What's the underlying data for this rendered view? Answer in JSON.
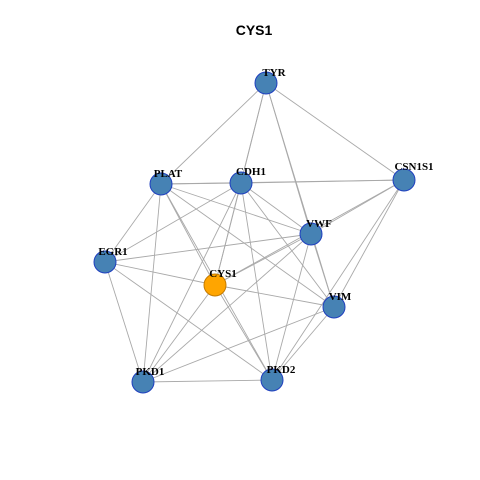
{
  "title": "CYS1",
  "colors": {
    "node_fill": "#4682B4",
    "node_stroke": "#1f3fbf",
    "highlight_fill": "#FFA500",
    "highlight_stroke": "#c47a00",
    "edge": "#a9a9a9"
  },
  "nodes": [
    {
      "id": "TYR",
      "label": "TYR"
    },
    {
      "id": "CSN1S1",
      "label": "CSN1S1"
    },
    {
      "id": "PLAT",
      "label": "PLAT"
    },
    {
      "id": "CDH1",
      "label": "CDH1"
    },
    {
      "id": "VWF",
      "label": "VWF"
    },
    {
      "id": "EGR1",
      "label": "EGR1"
    },
    {
      "id": "CYS1",
      "label": "CYS1",
      "highlight": true
    },
    {
      "id": "VIM",
      "label": "VIM"
    },
    {
      "id": "PKD1",
      "label": "PKD1"
    },
    {
      "id": "PKD2",
      "label": "PKD2"
    }
  ],
  "edges": [
    [
      "TYR",
      "PLAT"
    ],
    [
      "TYR",
      "CDH1"
    ],
    [
      "TYR",
      "VWF"
    ],
    [
      "TYR",
      "CSN1S1"
    ],
    [
      "TYR",
      "CYS1"
    ],
    [
      "TYR",
      "VIM"
    ],
    [
      "CSN1S1",
      "CDH1"
    ],
    [
      "CSN1S1",
      "VWF"
    ],
    [
      "CSN1S1",
      "VIM"
    ],
    [
      "CSN1S1",
      "PKD2"
    ],
    [
      "CSN1S1",
      "CYS1"
    ],
    [
      "CSN1S1",
      "PLAT"
    ],
    [
      "PLAT",
      "CDH1"
    ],
    [
      "PLAT",
      "VWF"
    ],
    [
      "PLAT",
      "EGR1"
    ],
    [
      "PLAT",
      "CYS1"
    ],
    [
      "PLAT",
      "VIM"
    ],
    [
      "PLAT",
      "PKD1"
    ],
    [
      "PLAT",
      "PKD2"
    ],
    [
      "CDH1",
      "VWF"
    ],
    [
      "CDH1",
      "CYS1"
    ],
    [
      "CDH1",
      "EGR1"
    ],
    [
      "CDH1",
      "PKD1"
    ],
    [
      "CDH1",
      "PKD2"
    ],
    [
      "CDH1",
      "VIM"
    ],
    [
      "VWF",
      "EGR1"
    ],
    [
      "VWF",
      "CYS1"
    ],
    [
      "VWF",
      "VIM"
    ],
    [
      "VWF",
      "PKD1"
    ],
    [
      "VWF",
      "PKD2"
    ],
    [
      "EGR1",
      "CYS1"
    ],
    [
      "EGR1",
      "PKD1"
    ],
    [
      "EGR1",
      "PKD2"
    ],
    [
      "CYS1",
      "VIM"
    ],
    [
      "CYS1",
      "PKD1"
    ],
    [
      "CYS1",
      "PKD2"
    ],
    [
      "VIM",
      "PKD1"
    ],
    [
      "VIM",
      "PKD2"
    ],
    [
      "PKD1",
      "PKD2"
    ]
  ]
}
